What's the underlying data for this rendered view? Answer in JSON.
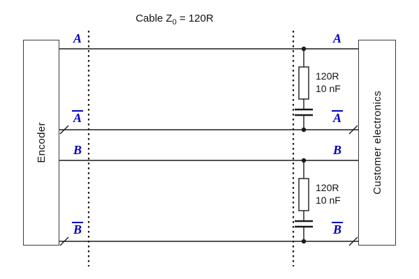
{
  "title": {
    "part1": "Cable Z",
    "sub": "0",
    "part2": " = 120R"
  },
  "encoder": {
    "label": "Encoder"
  },
  "customer": {
    "label": "Customer electronics"
  },
  "signals": {
    "a": "A",
    "a_bar": "A",
    "b": "B",
    "b_bar": "B"
  },
  "termination_a": {
    "resistor": "120R",
    "capacitor": "10 nF"
  },
  "termination_b": {
    "resistor": "120R",
    "capacitor": "10 nF"
  },
  "colors": {
    "signal_label": "#0000bb",
    "wire": "#1a1a1a",
    "background": "#ffffff"
  }
}
